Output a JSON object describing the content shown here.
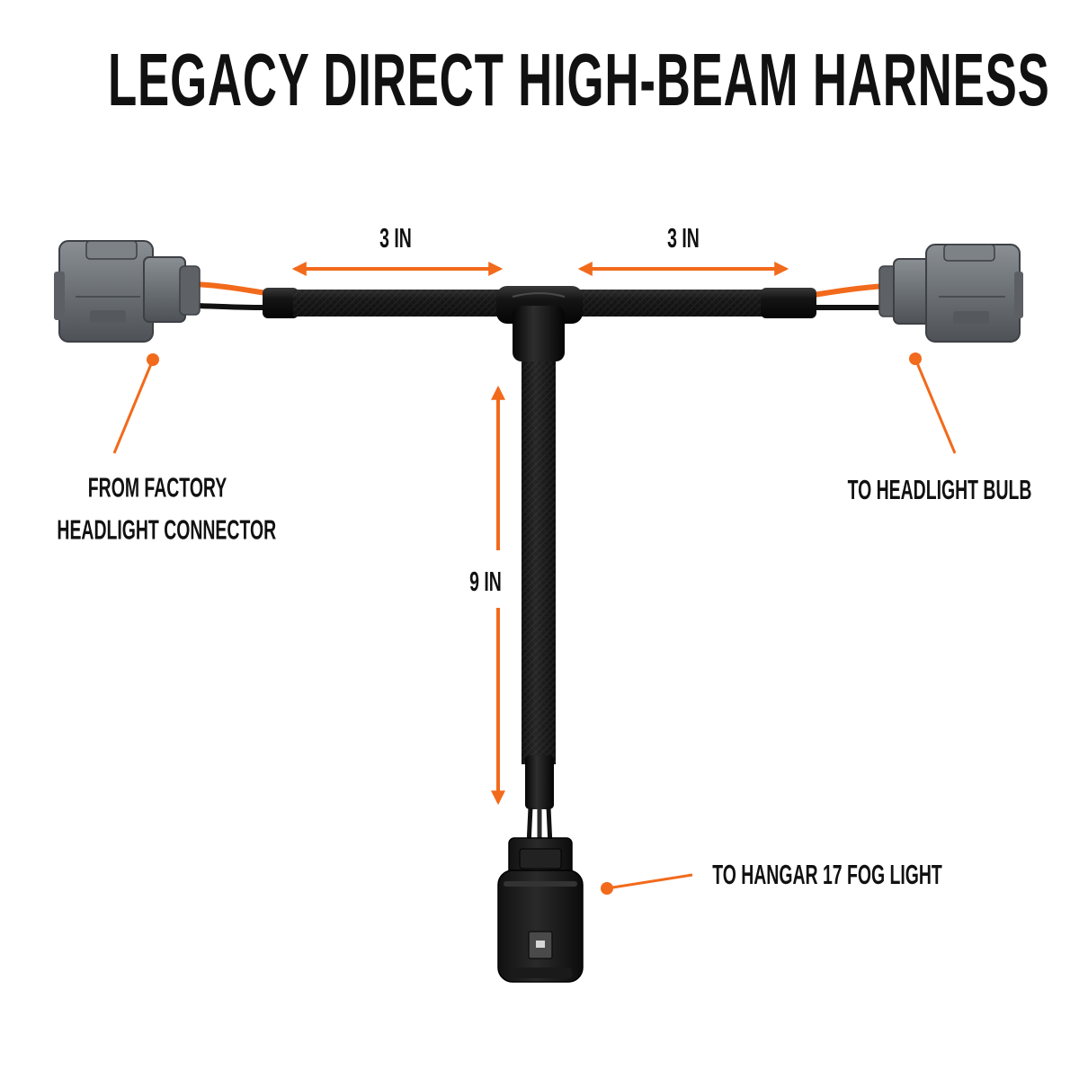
{
  "title": "LEGACY DIRECT HIGH-BEAM HARNESS",
  "dimensions": {
    "left_branch": "3 IN",
    "right_branch": "3 IN",
    "drop_branch": "9 IN"
  },
  "labels": {
    "from_connector_line1": "FROM FACTORY",
    "from_connector_line2": "HEADLIGHT CONNECTOR",
    "to_bulb": "TO HEADLIGHT BULB",
    "to_fog": "TO HANGAR 17 FOG LIGHT"
  },
  "colors": {
    "accent": "#f26a1b",
    "connector_gray": "#6e7378",
    "braid": "#1a1a1a",
    "text": "#111111"
  }
}
